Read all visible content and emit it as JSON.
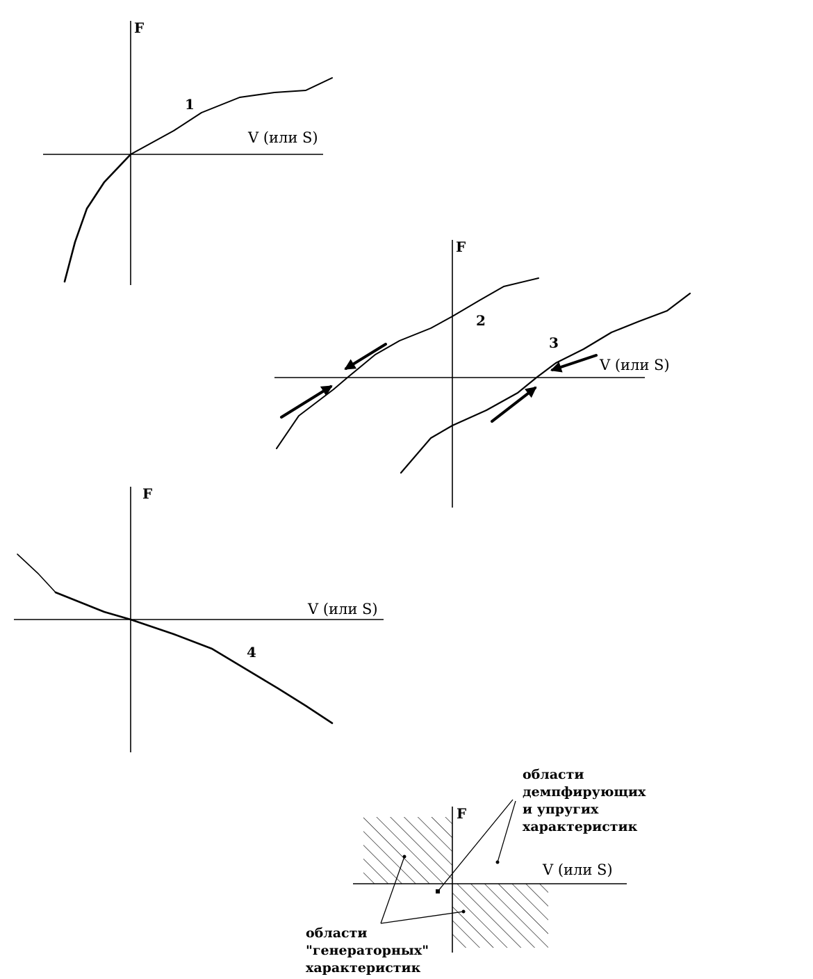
{
  "labels": {
    "f_axis": "F",
    "v_axis": "V (или S)",
    "curve_1": "1",
    "curve_2": "2",
    "curve_3": "3",
    "curve_4": "4"
  },
  "regions": {
    "damping_elastic": [
      "области",
      "демпфирующих",
      "и упругих",
      "характеристик"
    ],
    "generator": [
      "области",
      "\"генераторных\"",
      "характеристик"
    ]
  }
}
